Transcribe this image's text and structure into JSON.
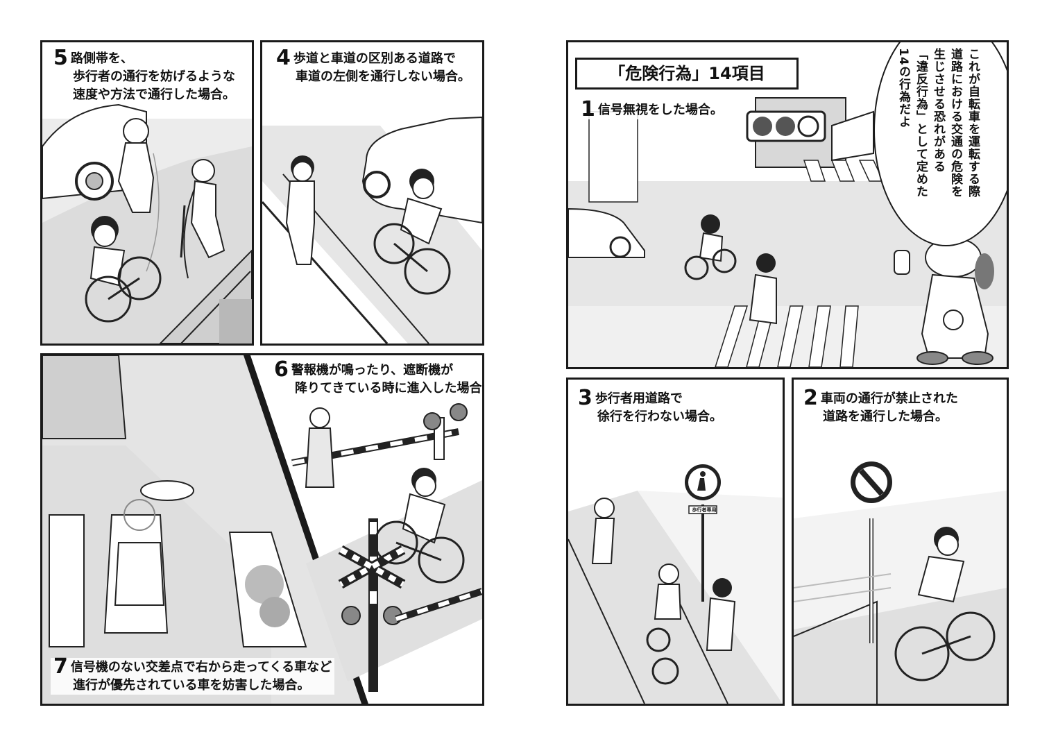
{
  "left_page": {
    "panel5": {
      "number": "5",
      "lines": [
        "路側帯を、",
        "歩行者の通行を妨げるような",
        "速度や方法で通行した場合。"
      ]
    },
    "panel4": {
      "number": "4",
      "lines": [
        "歩道と車道の区別ある道路で",
        "車道の左側を通行しない場合。"
      ]
    },
    "panel6": {
      "number": "6",
      "lines": [
        "警報機が鳴ったり、遮断機が",
        "降りてきている時に進入した場合。"
      ]
    },
    "panel7": {
      "number": "7",
      "lines": [
        "信号機のない交差点で右から走ってくる車など",
        "進行が優先されている車を妨害した場合。"
      ]
    }
  },
  "right_page": {
    "title": "「危険行為」14項目",
    "panel1": {
      "number": "1",
      "lines": [
        "信号無視をした場合。"
      ]
    },
    "speech": {
      "lines": [
        "これが自転車を運転する際",
        "道路における交通の危険を",
        "生じさせる恐れがある",
        "「違反行為」として定めた",
        "14の行為だよ"
      ]
    },
    "panel3": {
      "number": "3",
      "lines": [
        "歩行者用道路で",
        "徐行を行わない場合。"
      ]
    },
    "panel2": {
      "number": "2",
      "lines": [
        "車両の通行が禁止された",
        "道路を通行した場合。"
      ]
    },
    "sign_plate": "歩行者専用"
  },
  "colors": {
    "ink": "#1a1a1a",
    "screen_tone": "#9a9a9a",
    "paper": "#ffffff"
  }
}
